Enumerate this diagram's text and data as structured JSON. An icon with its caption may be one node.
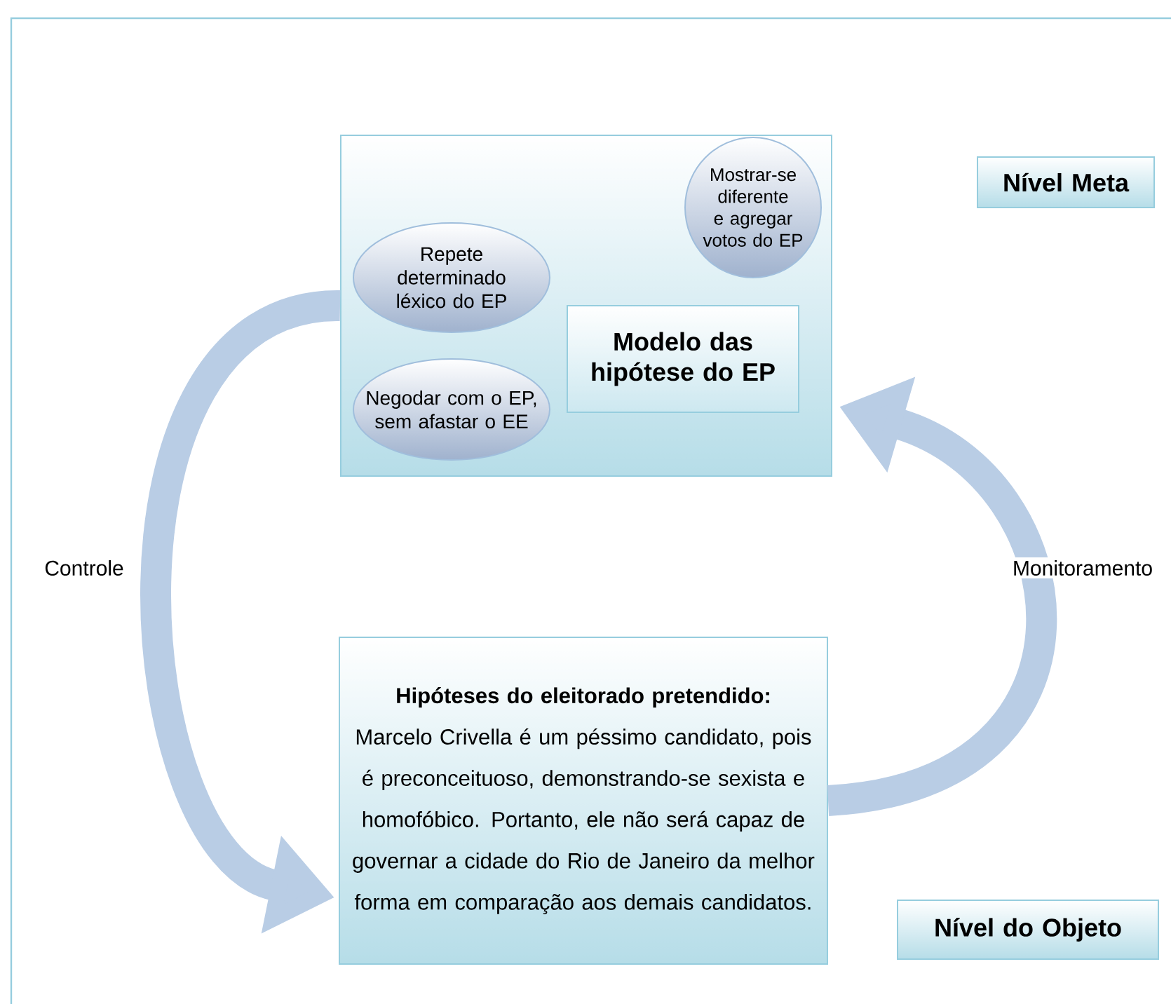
{
  "diagram": {
    "nodes": [
      {
        "text": [],
        "shape": "box"
      },
      {
        "text": [
          "Mostrar-se diferente e agregar votos do EP"
        ],
        "in": 0
      },
      {
        "text": [
          "Repete determinado léxico do EP"
        ],
        "in": 0
      },
      {
        "text": [
          "Modelo das hipótese do EP"
        ],
        "in": 0
      },
      {
        "text": [
          "Negodar com o EP, sem afastar o EE"
        ],
        "in": 0
      },
      {
        "text": [
          "Nível Meta"
        ]
      },
      {
        "text": [
          "Hipóteses do eleitorado pretendido:",
          "Marcelo Crivella é um péssimo candidato, pois é preconceituoso, demonstrando-se sexista e homofóbico. Portanto, ele não será capaz de governar a cidade do Rio de Janeiro da melhor forma em comparação aos demais candidatos."
        ]
      },
      {
        "text": [
          "Nível do Objeto"
        ]
      }
    ],
    "edges": [
      {
        "from": 0,
        "to": 6,
        "arrow": "to",
        "label": "Controle"
      },
      {
        "from": 6,
        "to": 0,
        "arrow": "to",
        "label": "Monitoramento"
      }
    ]
  }
}
